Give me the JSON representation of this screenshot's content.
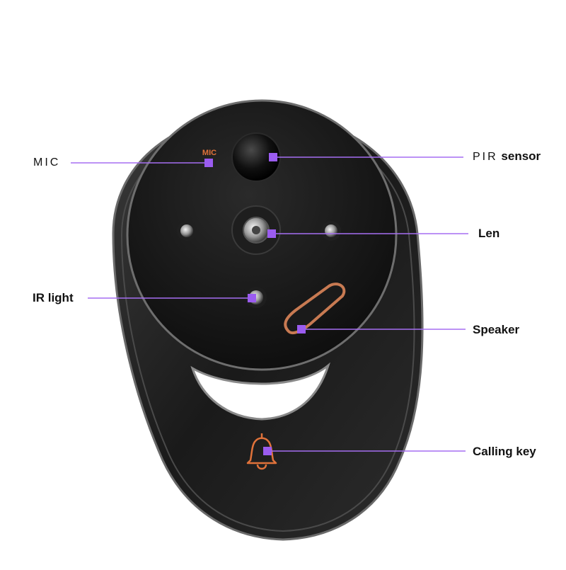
{
  "device": {
    "mic_marking": "MIC"
  },
  "labels": {
    "mic": "MIC",
    "pir_prefix": "PIR",
    "pir_suffix": "sensor",
    "len": "Len",
    "ir_light": "IR light",
    "speaker": "Speaker",
    "calling_key": "Calling key"
  },
  "colors": {
    "leader_line": "#a56ef2",
    "marker": "#9b5cf0",
    "device_body": "#1c1c1c",
    "device_rim": "#5a5a5a",
    "accent_orange": "#e0723a"
  },
  "icons": {
    "call": "bell-icon"
  }
}
